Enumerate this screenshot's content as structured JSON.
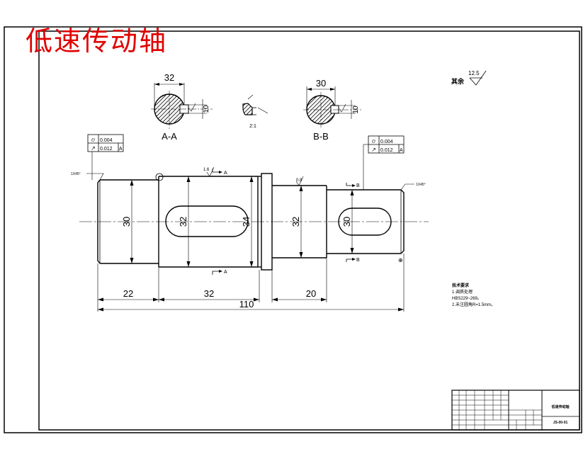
{
  "drawing_title": "低速传动轴",
  "views": {
    "section_aa": {
      "label": "A-A",
      "dim_top": "32",
      "dim_key": "10"
    },
    "section_bb": {
      "label": "B-B",
      "dim_top": "30",
      "dim_key": "10"
    },
    "key_detail": {
      "label": "2:1"
    }
  },
  "remaining_roughness": {
    "label": "其余",
    "value": "12.5"
  },
  "tolerance_frames": [
    {
      "sym1": "⌭",
      "val1": "0.004",
      "sym2": "↗",
      "val2": "0.012",
      "datum": "A"
    },
    {
      "sym1": "⌭",
      "val1": "0.004",
      "sym2": "↗",
      "val2": "0.012",
      "datum": "A"
    }
  ],
  "chamfers": {
    "left": "1X45°",
    "right": "1X45°"
  },
  "diameters": [
    "30",
    "32",
    "34",
    "32",
    "30"
  ],
  "surface_marks": {
    "m1": "1.6",
    "m2": "0.8"
  },
  "section_letters": {
    "a": "A",
    "b": "B"
  },
  "lengths": {
    "l1": "22",
    "l2": "32",
    "l3": "20",
    "total": "110"
  },
  "tech_req": {
    "heading": "技术要求",
    "line1": "1.调质处理",
    "line2": "HBS229~269。",
    "line3": "2.未注圆角R=1.5mm。"
  },
  "title_block": {
    "part_name": "低速传动轴",
    "code": "JS-00-01"
  }
}
